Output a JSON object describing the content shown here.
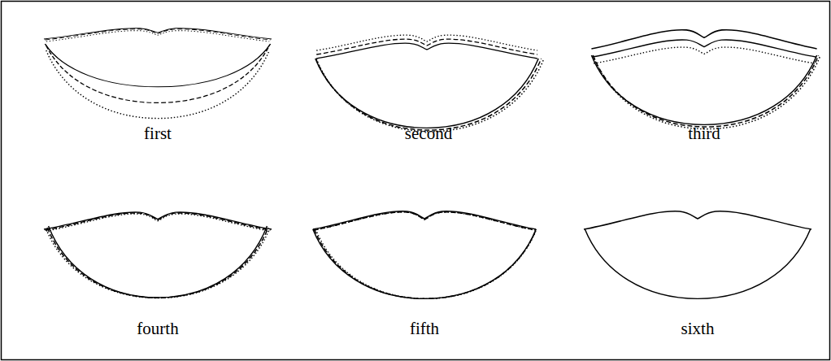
{
  "diagram": {
    "labels": [
      "first",
      "second",
      "third",
      "fourth",
      "fifth",
      "sixth"
    ]
  }
}
